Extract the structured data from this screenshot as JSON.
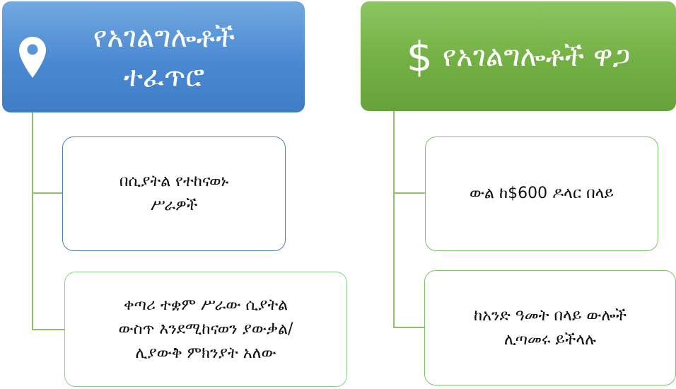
{
  "left_column": {
    "header_line1": "የአገልግሎቶች",
    "header_line2": "ተፈጥሮ",
    "header_icon": "location-pin-icon",
    "item1_line1": "በሲያትል የተከናወኑ",
    "item1_line2": "ሥራዎች",
    "item2_line1": "ቀጣሪ ተቋም ሥራው ሲያትል",
    "item2_line2": "ውስጥ እንደሚከናወን ያውቃል/",
    "item2_line3": "ሊያውቅ ምክንያት አለው"
  },
  "right_column": {
    "header_symbol": "$",
    "header_title": "የአገልግሎቶች ዋጋ",
    "item1": "ውል ከ$600 ዶላር በላይ",
    "item2_line1": "ከአንድ ዓመት በላይ ውሎች",
    "item2_line2": "ሊጣመሩ ይችላሉ"
  },
  "colors": {
    "blue_header": "#4a89d2",
    "green_header": "#73b043",
    "connector": "#8fbf6a"
  }
}
